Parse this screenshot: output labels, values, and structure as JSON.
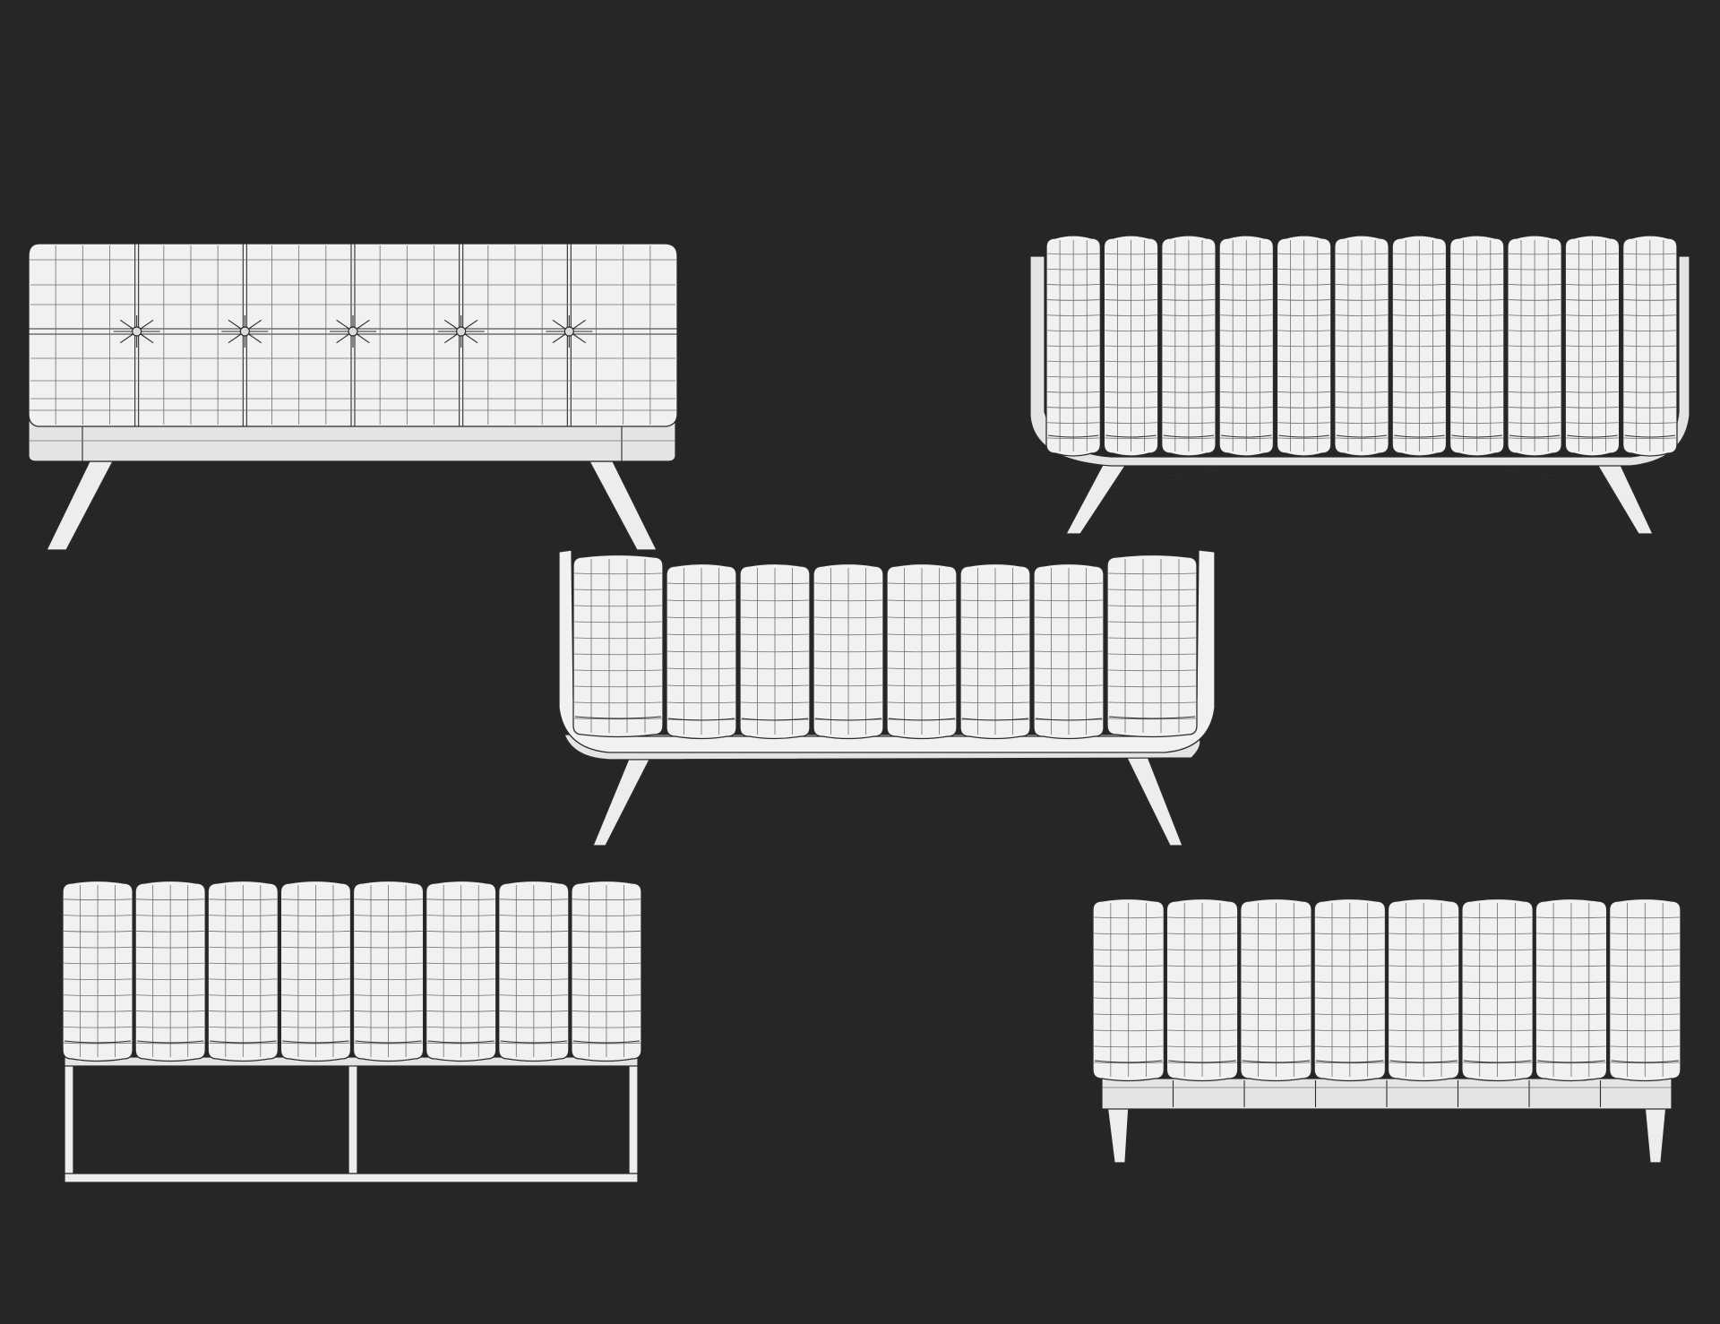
{
  "scene": {
    "background": "#262626",
    "model_color": "#f1f1f1",
    "wire_color": "#2b2b2b",
    "models": [
      {
        "name": "tufted-sofa",
        "cushions": 6,
        "buttons": 5,
        "legs": "angled"
      },
      {
        "name": "channel-sofa-wide",
        "cushions": 11,
        "legs": "angled-with-stretcher"
      },
      {
        "name": "curved-channel-sofa",
        "cushions": 8,
        "legs": "angled"
      },
      {
        "name": "frame-bench-sofa",
        "cushions": 8,
        "legs": "sled-frame"
      },
      {
        "name": "channel-sofa-tapered-legs",
        "cushions": 8,
        "legs": "tapered"
      }
    ]
  }
}
